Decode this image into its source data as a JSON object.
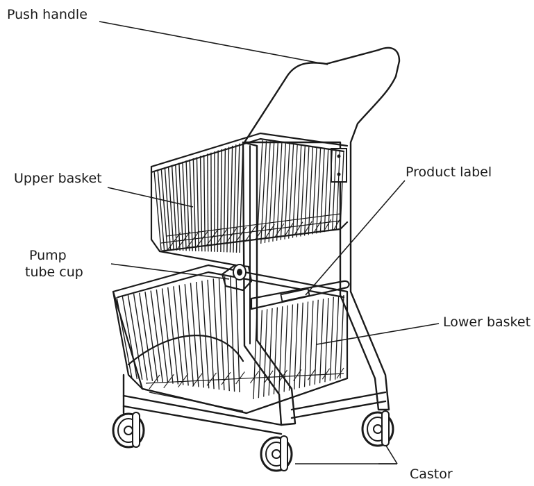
{
  "labels": {
    "push_handle": "Push handle",
    "upper_basket": "Upper basket",
    "product_label": "Product label",
    "pump_line1": "Pump",
    "pump_line2": "tube cup",
    "lower_basket": "Lower basket",
    "castor": "Castor"
  }
}
